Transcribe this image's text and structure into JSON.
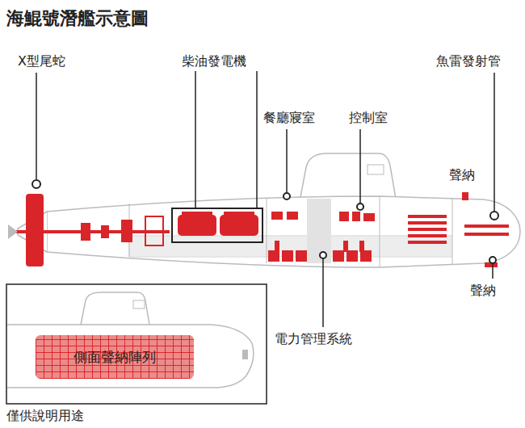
{
  "diagram": {
    "title": "海鯤號潛艦示意圖",
    "caption": "僅供說明用途",
    "nodes": [
      {
        "text": [
          "側面聲納陣列"
        ]
      }
    ],
    "labels": [
      "X型尾蛇",
      "柴油發電機",
      "餐廳寢室",
      "控制室",
      "魚雷發射管",
      "聲納",
      "聲納",
      "電力管理系統"
    ]
  }
}
